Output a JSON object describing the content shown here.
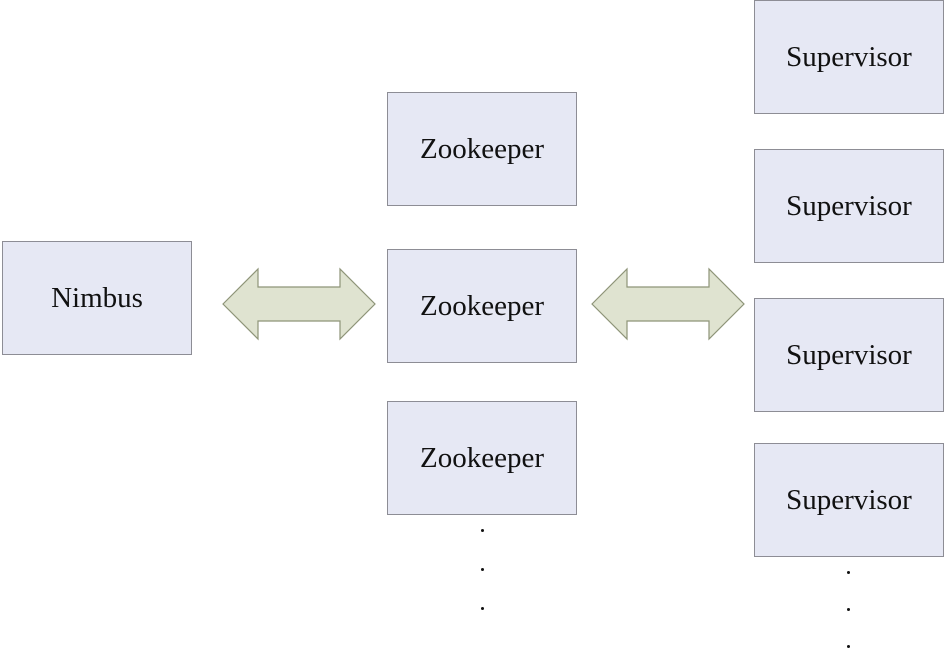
{
  "colors": {
    "box_fill": "#e6e8f4",
    "box_border": "#8d8d95",
    "arrow_fill": "#dfe3d0",
    "arrow_stroke": "#8e9478",
    "ellipsis": "#111111"
  },
  "nimbus": {
    "label": "Nimbus"
  },
  "zookeepers": [
    {
      "label": "Zookeeper"
    },
    {
      "label": "Zookeeper"
    },
    {
      "label": "Zookeeper"
    }
  ],
  "supervisors": [
    {
      "label": "Supervisor"
    },
    {
      "label": "Supervisor"
    },
    {
      "label": "Supervisor"
    },
    {
      "label": "Supervisor"
    }
  ],
  "connections": [
    {
      "from": "nimbus",
      "to": "zookeepers",
      "direction": "bidirectional",
      "icon": "double-arrow-icon"
    },
    {
      "from": "zookeepers",
      "to": "supervisors",
      "direction": "bidirectional",
      "icon": "double-arrow-icon"
    }
  ]
}
